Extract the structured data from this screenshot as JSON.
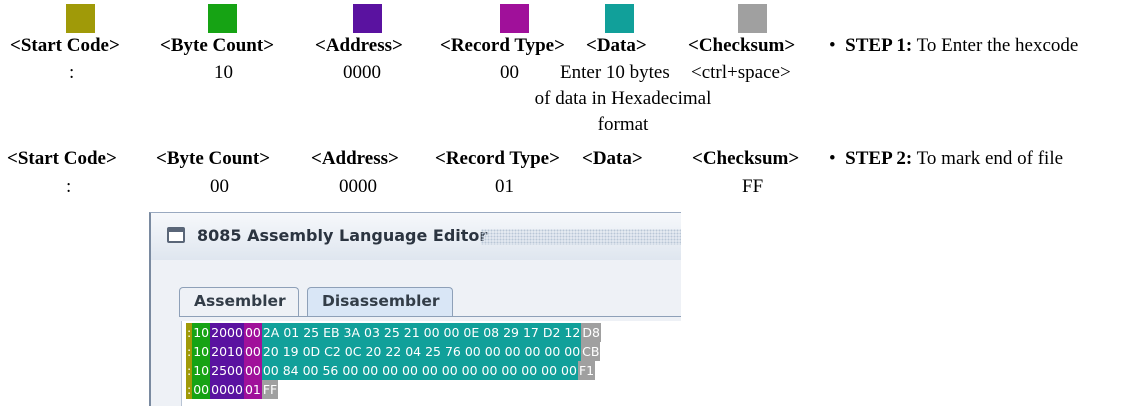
{
  "colors": {
    "start_code": "#a09a08",
    "byte_count": "#16a314",
    "address": "#5a12a0",
    "record_type": "#a0109a",
    "data": "#11a09a",
    "checksum": "#a0a0a0"
  },
  "row1": {
    "headers": [
      "<Start Code>",
      "<Byte Count>",
      "<Address>",
      "<Record Type>",
      "<Data>",
      "<Checksum>"
    ],
    "values": {
      "start_code": ":",
      "byte_count": "10",
      "address": "0000",
      "record_type": "00",
      "data_line1": "Enter 10 bytes",
      "data_line2": "of data in Hexadecimal",
      "data_line3": "format",
      "checksum": "<ctrl+space>"
    },
    "step": {
      "label": "STEP 1:",
      "text": "To Enter the hexcode"
    }
  },
  "row2": {
    "headers": [
      "<Start Code>",
      "<Byte Count>",
      "<Address>",
      "<Record Type>",
      "<Data>",
      "<Checksum>"
    ],
    "values": {
      "start_code": ":",
      "byte_count": "00",
      "address": "0000",
      "record_type": "01",
      "checksum": "FF"
    },
    "step": {
      "label": "STEP 2:",
      "text": "To mark end of file"
    }
  },
  "bullet_char": "•",
  "editor": {
    "title": "8085 Assembly Language Editor",
    "tabs": [
      "Assembler",
      "Disassembler"
    ],
    "active_tab": "Disassembler",
    "lines": [
      {
        "start": ":",
        "count": "10",
        "addr": "2000",
        "type": "00",
        "data": "2A 01 25 EB 3A 03 25 21 00 00 0E 08 29 17 D2 12",
        "chk": "D8"
      },
      {
        "start": ":",
        "count": "10",
        "addr": "2010",
        "type": "00",
        "data": "20 19 0D C2 0C 20 22 04 25 76 00 00 00 00 00 00",
        "chk": "CB"
      },
      {
        "start": ":",
        "count": "10",
        "addr": "2500",
        "type": "00",
        "data": "00 84 00 56 00 00 00 00 00 00 00 00 00 00 00 00",
        "chk": "F1"
      },
      {
        "start": ":",
        "count": "00",
        "addr": "0000",
        "type": "01",
        "data": "",
        "chk": "FF"
      }
    ]
  }
}
